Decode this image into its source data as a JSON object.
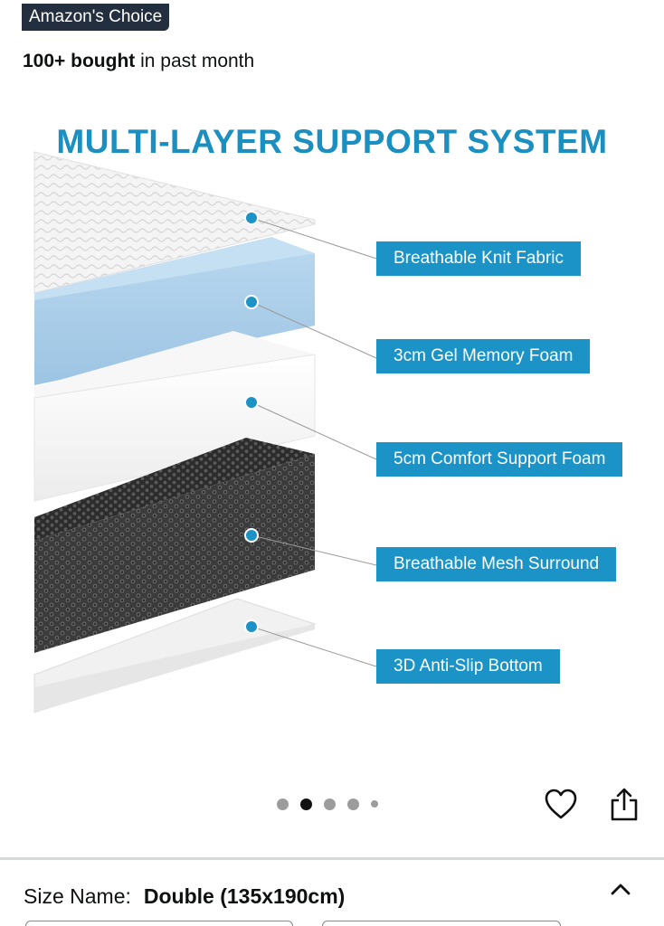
{
  "header": {
    "badge": "Amazon's Choice",
    "bought_bold": "100+ bought",
    "bought_rest": " in past month"
  },
  "image": {
    "headline": "MULTI-LAYER SUPPORT SYSTEM",
    "layers": [
      {
        "label": "Breathable Knit Fabric"
      },
      {
        "label": "3cm Gel Memory Foam"
      },
      {
        "label": "5cm Comfort Support Foam"
      },
      {
        "label": "Breathable Mesh Surround"
      },
      {
        "label": "3D Anti-Slip Bottom"
      }
    ],
    "colors": {
      "accent": "#1c93c6",
      "gel_foam": "#a8cbe6",
      "mesh": "#3f3f3f"
    }
  },
  "carousel": {
    "dot_count": 5,
    "active_index": 1
  },
  "actions": {
    "heart_icon": "heart-outline-icon",
    "share_icon": "share-icon"
  },
  "size": {
    "label": "Size Name:",
    "value": "Double (135x190cm)",
    "toggle_icon": "chevron-up-icon"
  }
}
